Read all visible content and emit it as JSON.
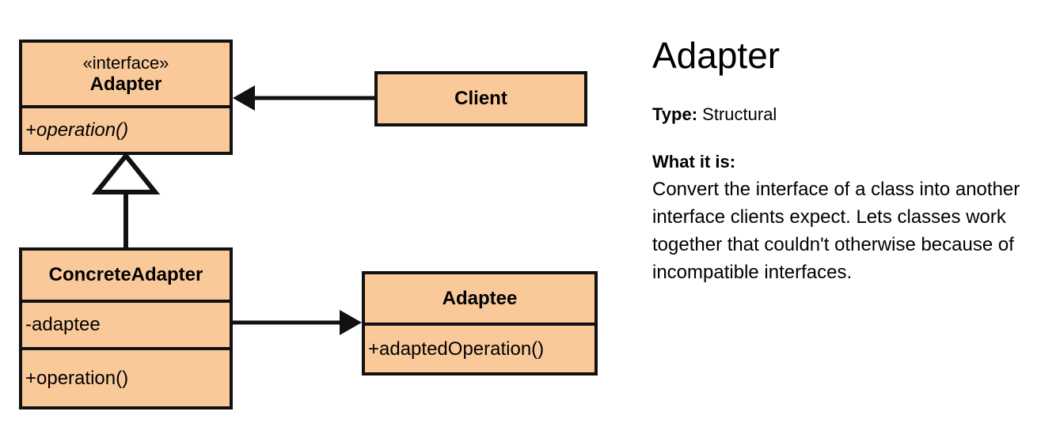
{
  "diagram": {
    "type": "uml-class-diagram",
    "fill_color": "#fac99a",
    "stroke_color": "#111111",
    "classes": [
      {
        "id": "adapter",
        "stereotype": "«interface»",
        "name": "Adapter",
        "attributes": [],
        "operations": [
          "+operation()"
        ],
        "operations_italic": true
      },
      {
        "id": "client",
        "stereotype": "",
        "name": "Client",
        "attributes": [],
        "operations": []
      },
      {
        "id": "concrete_adapter",
        "stereotype": "",
        "name": "ConcreteAdapter",
        "attributes": [
          "-adaptee"
        ],
        "operations": [
          "+operation()"
        ],
        "operations_italic": false
      },
      {
        "id": "adaptee",
        "stereotype": "",
        "name": "Adaptee",
        "attributes": [],
        "operations": [
          "+adaptedOperation()"
        ],
        "operations_italic": false
      }
    ],
    "relations": [
      {
        "from": "client",
        "to": "adapter",
        "kind": "association-directed",
        "arrow": "solid-filled"
      },
      {
        "from": "concrete_adapter",
        "to": "adapter",
        "kind": "generalization",
        "arrow": "hollow-triangle"
      },
      {
        "from": "concrete_adapter",
        "to": "adaptee",
        "kind": "association-directed",
        "arrow": "solid-filled"
      }
    ]
  },
  "info": {
    "title": "Adapter",
    "type_label": "Type:",
    "type_value": "Structural",
    "what_label": "What it is:",
    "what_body": "Convert the interface of a class into another interface clients expect. Lets classes work together that couldn't otherwise because of incompatible interfaces."
  }
}
